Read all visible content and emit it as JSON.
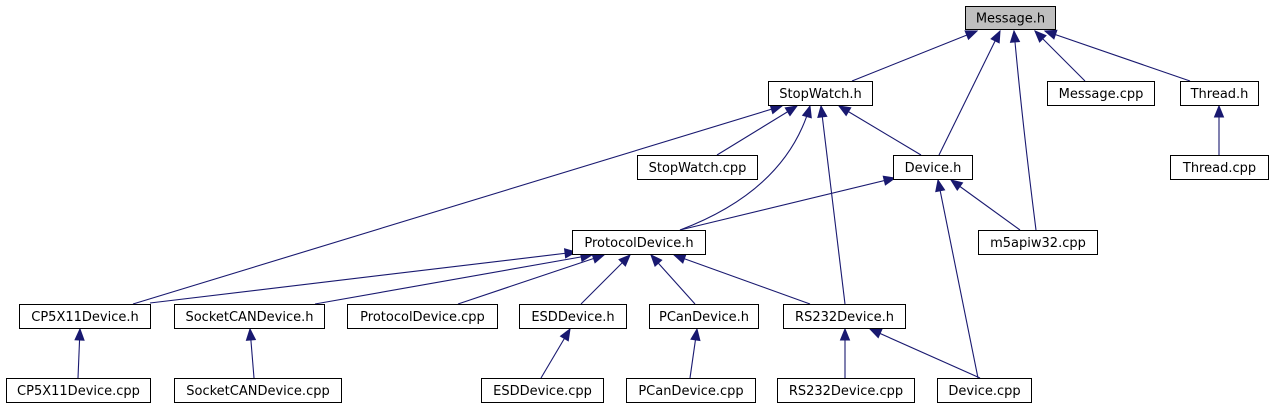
{
  "diagram": {
    "type": "include-dependency-graph",
    "root": "message_h",
    "colors": {
      "edge": "#191970",
      "root_fill": "#bfbfbf",
      "node_fill": "#ffffff",
      "border": "#000000"
    },
    "nodes": [
      {
        "id": "message_h",
        "label": "Message.h"
      },
      {
        "id": "stopwatch_h",
        "label": "StopWatch.h"
      },
      {
        "id": "message_cpp",
        "label": "Message.cpp"
      },
      {
        "id": "thread_h",
        "label": "Thread.h"
      },
      {
        "id": "stopwatch_cpp",
        "label": "StopWatch.cpp"
      },
      {
        "id": "device_h",
        "label": "Device.h"
      },
      {
        "id": "thread_cpp",
        "label": "Thread.cpp"
      },
      {
        "id": "protocoldevice_h",
        "label": "ProtocolDevice.h"
      },
      {
        "id": "m5apiw32_cpp",
        "label": "m5apiw32.cpp"
      },
      {
        "id": "cp5x11device_h",
        "label": "CP5X11Device.h"
      },
      {
        "id": "socketcandevice_h",
        "label": "SocketCANDevice.h"
      },
      {
        "id": "protocoldevice_cpp",
        "label": "ProtocolDevice.cpp"
      },
      {
        "id": "esddevice_h",
        "label": "ESDDevice.h"
      },
      {
        "id": "pcandevice_h",
        "label": "PCanDevice.h"
      },
      {
        "id": "rs232device_h",
        "label": "RS232Device.h"
      },
      {
        "id": "cp5x11device_cpp",
        "label": "CP5X11Device.cpp"
      },
      {
        "id": "socketcandevice_cpp",
        "label": "SocketCANDevice.cpp"
      },
      {
        "id": "esddevice_cpp",
        "label": "ESDDevice.cpp"
      },
      {
        "id": "pcandevice_cpp",
        "label": "PCanDevice.cpp"
      },
      {
        "id": "rs232device_cpp",
        "label": "RS232Device.cpp"
      },
      {
        "id": "device_cpp",
        "label": "Device.cpp"
      }
    ],
    "edges": [
      {
        "from": "stopwatch_h",
        "to": "message_h"
      },
      {
        "from": "device_h",
        "to": "message_h"
      },
      {
        "from": "m5apiw32_cpp",
        "to": "message_h"
      },
      {
        "from": "message_cpp",
        "to": "message_h"
      },
      {
        "from": "thread_h",
        "to": "message_h"
      },
      {
        "from": "cp5x11device_h",
        "to": "stopwatch_h"
      },
      {
        "from": "stopwatch_cpp",
        "to": "stopwatch_h"
      },
      {
        "from": "protocoldevice_h",
        "to": "stopwatch_h"
      },
      {
        "from": "rs232device_h",
        "to": "stopwatch_h"
      },
      {
        "from": "device_h",
        "to": "stopwatch_h"
      },
      {
        "from": "thread_cpp",
        "to": "thread_h"
      },
      {
        "from": "protocoldevice_h",
        "to": "device_h"
      },
      {
        "from": "m5apiw32_cpp",
        "to": "device_h"
      },
      {
        "from": "device_cpp",
        "to": "device_h"
      },
      {
        "from": "cp5x11device_h",
        "to": "protocoldevice_h"
      },
      {
        "from": "socketcandevice_h",
        "to": "protocoldevice_h"
      },
      {
        "from": "protocoldevice_cpp",
        "to": "protocoldevice_h"
      },
      {
        "from": "esddevice_h",
        "to": "protocoldevice_h"
      },
      {
        "from": "pcandevice_h",
        "to": "protocoldevice_h"
      },
      {
        "from": "rs232device_h",
        "to": "protocoldevice_h"
      },
      {
        "from": "cp5x11device_cpp",
        "to": "cp5x11device_h"
      },
      {
        "from": "socketcandevice_cpp",
        "to": "socketcandevice_h"
      },
      {
        "from": "esddevice_cpp",
        "to": "esddevice_h"
      },
      {
        "from": "pcandevice_cpp",
        "to": "pcandevice_h"
      },
      {
        "from": "rs232device_cpp",
        "to": "rs232device_h"
      },
      {
        "from": "device_cpp",
        "to": "rs232device_h"
      }
    ]
  }
}
